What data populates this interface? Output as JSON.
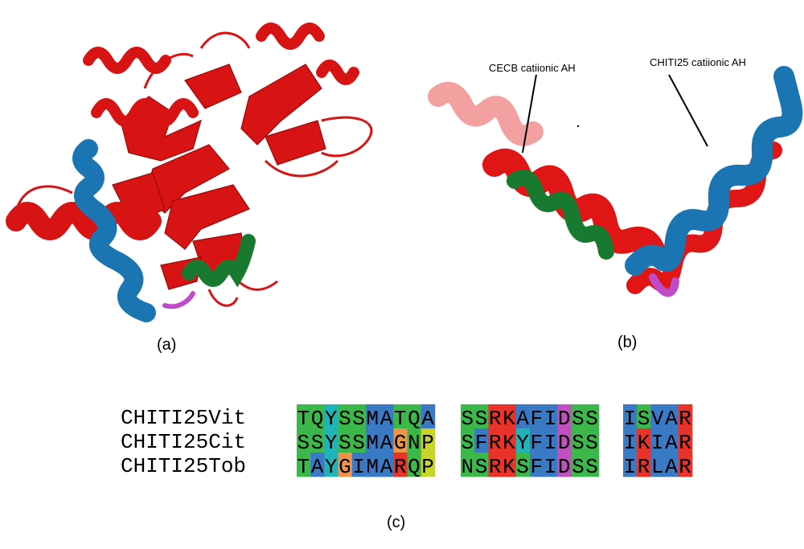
{
  "panels": {
    "a": "(a)",
    "b": "(b)",
    "c": "(c)"
  },
  "annotations": {
    "cecb": "CECB catiionic AH",
    "chiti": "CHITI25 catiionic AH"
  },
  "colors": {
    "structure_red": "#e01515",
    "helix_blue": "#1c75b3",
    "helix_green": "#187a2f",
    "loop_magenta": "#c04bc9",
    "res_green": "#3cb84a",
    "res_blue": "#3a79c4",
    "res_red": "#e8332a",
    "res_cyan": "#20b3b8",
    "res_orange": "#f0944a",
    "res_magenta": "#c04fc0",
    "res_yellow": "#c9d42a"
  },
  "alignment": {
    "rows": [
      {
        "name": "CHITI25Vit",
        "blocks": [
          [
            [
              "T",
              "G"
            ],
            [
              "Q",
              "G"
            ],
            [
              "Y",
              "C"
            ],
            [
              "S",
              "G"
            ],
            [
              "S",
              "G"
            ],
            [
              "M",
              "B"
            ],
            [
              "A",
              "B"
            ],
            [
              "T",
              "G"
            ],
            [
              "Q",
              "G"
            ],
            [
              "A",
              "B"
            ]
          ],
          [
            [
              "S",
              "G"
            ],
            [
              "S",
              "G"
            ],
            [
              "R",
              "R"
            ],
            [
              "K",
              "R"
            ],
            [
              "A",
              "B"
            ],
            [
              "F",
              "B"
            ],
            [
              "I",
              "B"
            ],
            [
              "D",
              "M"
            ],
            [
              "S",
              "G"
            ],
            [
              "S",
              "G"
            ]
          ],
          [
            [
              "I",
              "B"
            ],
            [
              "S",
              "G"
            ],
            [
              "V",
              "B"
            ],
            [
              "A",
              "B"
            ],
            [
              "R",
              "R"
            ]
          ]
        ]
      },
      {
        "name": "CHITI25Cit",
        "blocks": [
          [
            [
              "S",
              "G"
            ],
            [
              "S",
              "G"
            ],
            [
              "Y",
              "C"
            ],
            [
              "S",
              "G"
            ],
            [
              "S",
              "G"
            ],
            [
              "M",
              "B"
            ],
            [
              "A",
              "B"
            ],
            [
              "G",
              "O"
            ],
            [
              "N",
              "G"
            ],
            [
              "P",
              "Y"
            ]
          ],
          [
            [
              "S",
              "G"
            ],
            [
              "F",
              "B"
            ],
            [
              "R",
              "R"
            ],
            [
              "K",
              "R"
            ],
            [
              "Y",
              "C"
            ],
            [
              "F",
              "B"
            ],
            [
              "I",
              "B"
            ],
            [
              "D",
              "M"
            ],
            [
              "S",
              "G"
            ],
            [
              "S",
              "G"
            ]
          ],
          [
            [
              "I",
              "B"
            ],
            [
              "K",
              "R"
            ],
            [
              "I",
              "B"
            ],
            [
              "A",
              "B"
            ],
            [
              "R",
              "R"
            ]
          ]
        ]
      },
      {
        "name": "CHITI25Tob",
        "blocks": [
          [
            [
              "T",
              "G"
            ],
            [
              "A",
              "B"
            ],
            [
              "Y",
              "C"
            ],
            [
              "G",
              "O"
            ],
            [
              "I",
              "B"
            ],
            [
              "M",
              "B"
            ],
            [
              "A",
              "B"
            ],
            [
              "R",
              "R"
            ],
            [
              "Q",
              "G"
            ],
            [
              "P",
              "Y"
            ]
          ],
          [
            [
              "N",
              "G"
            ],
            [
              "S",
              "G"
            ],
            [
              "R",
              "R"
            ],
            [
              "K",
              "R"
            ],
            [
              "S",
              "G"
            ],
            [
              "F",
              "B"
            ],
            [
              "I",
              "B"
            ],
            [
              "D",
              "M"
            ],
            [
              "S",
              "G"
            ],
            [
              "S",
              "G"
            ]
          ],
          [
            [
              "I",
              "B"
            ],
            [
              "R",
              "R"
            ],
            [
              "L",
              "B"
            ],
            [
              "A",
              "B"
            ],
            [
              "R",
              "R"
            ]
          ]
        ]
      }
    ]
  }
}
